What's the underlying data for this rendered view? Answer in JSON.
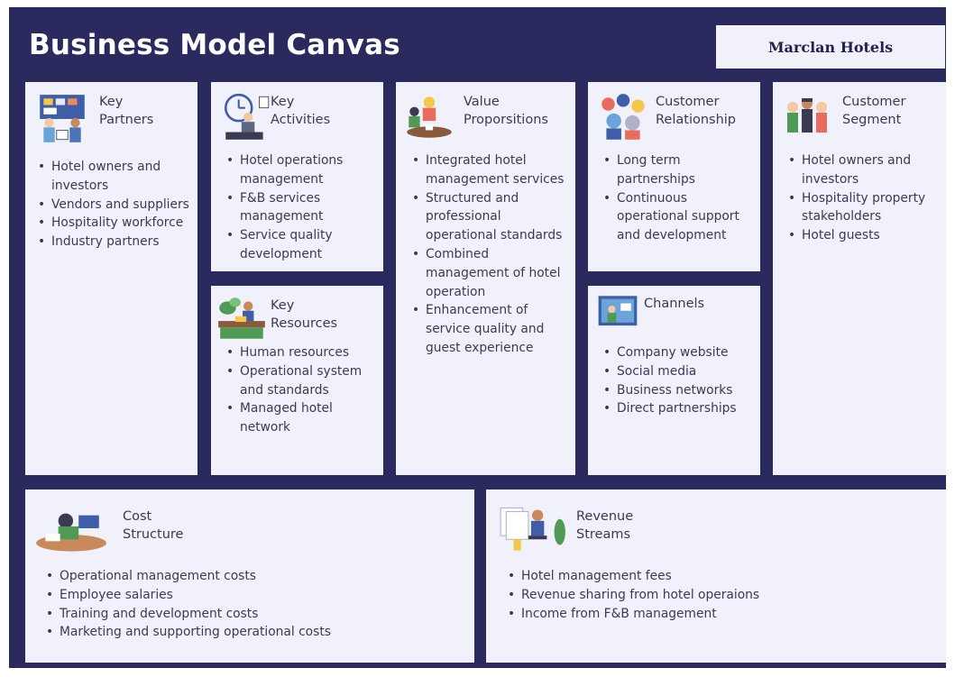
{
  "header": {
    "title": "Business Model Canvas",
    "company": "Marclan Hotels"
  },
  "blocks": {
    "key_partners": {
      "icon": "meeting-people-illustration",
      "title": [
        "Key",
        "Partners"
      ],
      "items": [
        "Hotel owners and investors",
        "Vendors and suppliers",
        "Hospitality workforce",
        "Industry partners"
      ]
    },
    "key_activities": {
      "icon": "manager-working-illustration",
      "title": [
        "Key",
        "Activities"
      ],
      "items": [
        "Hotel operations management",
        "F&B services management",
        "Service quality development"
      ]
    },
    "key_resources": {
      "icon": "desk-plants-illustration",
      "title": [
        "Key",
        "Resources"
      ],
      "items": [
        "Human resources",
        "Operational system and standards",
        "Managed hotel network"
      ]
    },
    "value_propositions": {
      "icon": "people-table-illustration",
      "title": [
        "Value",
        "Proporsitions"
      ],
      "items": [
        "Integrated hotel management services",
        "Structured and professional operational standards",
        "Combined management of hotel operation",
        "Enhancement of service quality and guest experience"
      ]
    },
    "customer_relationship": {
      "icon": "group-people-illustration",
      "title": [
        "Customer",
        "Relationship"
      ],
      "items": [
        "Long term partnerships",
        "Continuous operational support and development"
      ]
    },
    "channels": {
      "icon": "screen-illustration",
      "title": [
        "Channels"
      ],
      "items": [
        "Company website",
        "Social media",
        "Business networks",
        "Direct partnerships"
      ]
    },
    "customer_segment": {
      "icon": "crowd-illustration",
      "title": [
        "Customer",
        "Segment"
      ],
      "items": [
        "Hotel owners and investors",
        "Hospitality property stakeholders",
        "Hotel guests"
      ]
    },
    "cost_structure": {
      "icon": "tired-worker-illustration",
      "title": [
        "Cost",
        "Structure"
      ],
      "items": [
        "Operational management costs",
        "Employee salaries",
        "Training and development costs",
        "Marketing and supporting operational costs"
      ]
    },
    "revenue_streams": {
      "icon": "person-chair-illustration",
      "title": [
        "Revenue",
        "Streams"
      ],
      "items": [
        "Hotel management fees",
        "Revenue sharing from hotel operaions",
        "Income from F&B management"
      ]
    }
  },
  "colors": {
    "background": "#2b2a5e",
    "card": "#f1f1fb",
    "text": "#3a3a52"
  }
}
